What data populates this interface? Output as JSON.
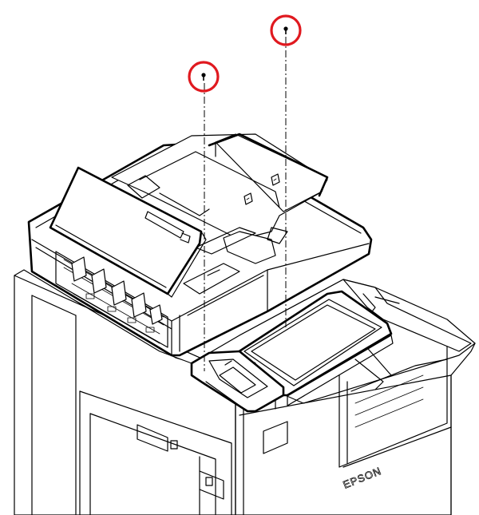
{
  "brand_logo_text": "EPSON",
  "colors": {
    "callout_ring": "#e0191f",
    "line": "#000000",
    "background": "#ffffff"
  },
  "callouts": [
    {
      "name": "screw-callout-1",
      "icon": "screw-icon"
    },
    {
      "name": "screw-callout-2",
      "icon": "screw-icon"
    }
  ]
}
